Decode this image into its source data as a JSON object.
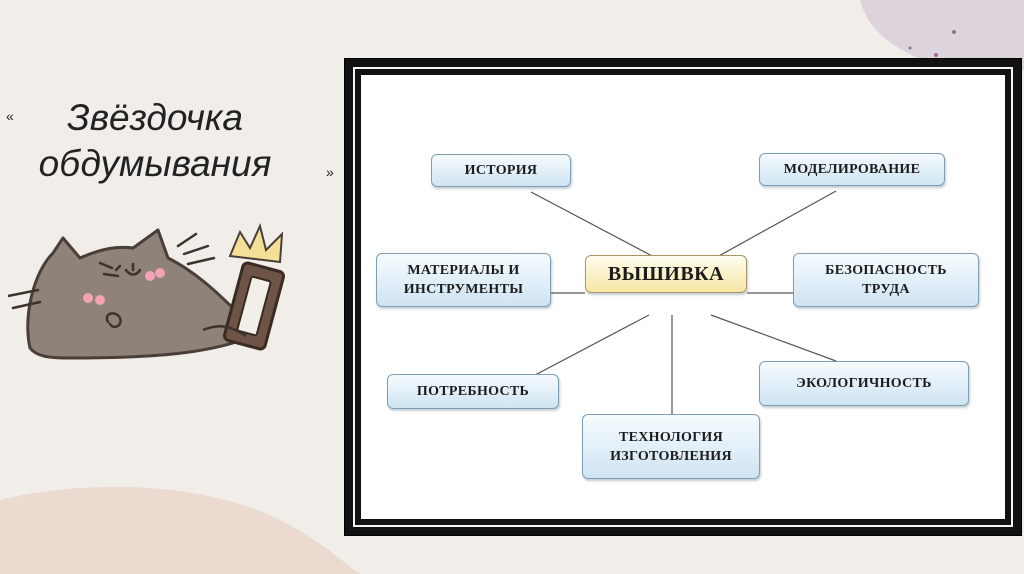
{
  "slide": {
    "quote_open": "«",
    "quote_close": "»",
    "title_line1": "Звёздочка",
    "title_line2": "обдумывания"
  },
  "diagram": {
    "center": "ВЫШИВКА",
    "nodes": {
      "history": "ИСТОРИЯ",
      "modeling": "МОДЕЛИРОВАНИЕ",
      "materials_l1": "МАТЕРИАЛЫ И",
      "materials_l2": "ИНСТРУМЕНТЫ",
      "safety_l1": "БЕЗОПАСНОСТЬ",
      "safety_l2": "ТРУДА",
      "need": "ПОТРЕБНОСТЬ",
      "ecology": "ЭКОЛОГИЧНОСТЬ",
      "technology_l1": "ТЕХНОЛОГИЯ",
      "technology_l2": "ИЗГОТОВЛЕНИЯ"
    }
  },
  "colors": {
    "background": "#f1eeea",
    "frame": "#111111",
    "node_fill": "#dbeaf5",
    "center_fill": "#f8eab0",
    "cat_fur": "#8e8279",
    "cheek": "#f4a3b4"
  }
}
